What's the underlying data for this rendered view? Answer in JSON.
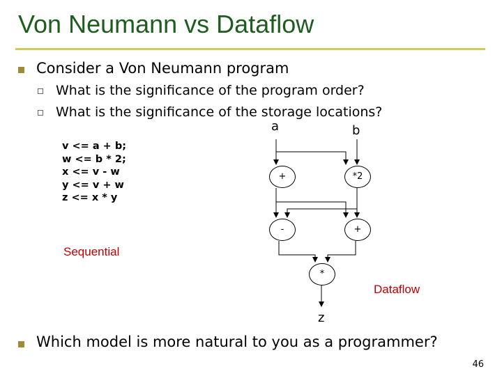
{
  "slide": {
    "title": "Von Neumann vs Dataflow",
    "bullets": [
      "Consider a Von Neumann program",
      "Which model is more natural to you as a programmer?"
    ],
    "sub_bullets": [
      "What is the significance of the program order?",
      "What is the significance of the storage locations?"
    ],
    "code_lines": [
      "v <= a + b;",
      "w <= b * 2;",
      "x <= v - w",
      "y <= v + w",
      "z <= x * y"
    ],
    "label_sequential": "Sequential",
    "label_dataflow": "Dataflow",
    "page_number": "46"
  },
  "dataflow": {
    "inputs": [
      "a",
      "b"
    ],
    "output": "z",
    "nodes": [
      "+",
      "*2",
      "-",
      "+",
      "*"
    ]
  },
  "colors": {
    "title": "#1f5c1f",
    "rule": "#d4c85a",
    "bullet": "#9c8c3a",
    "annotation": "#c00000"
  }
}
